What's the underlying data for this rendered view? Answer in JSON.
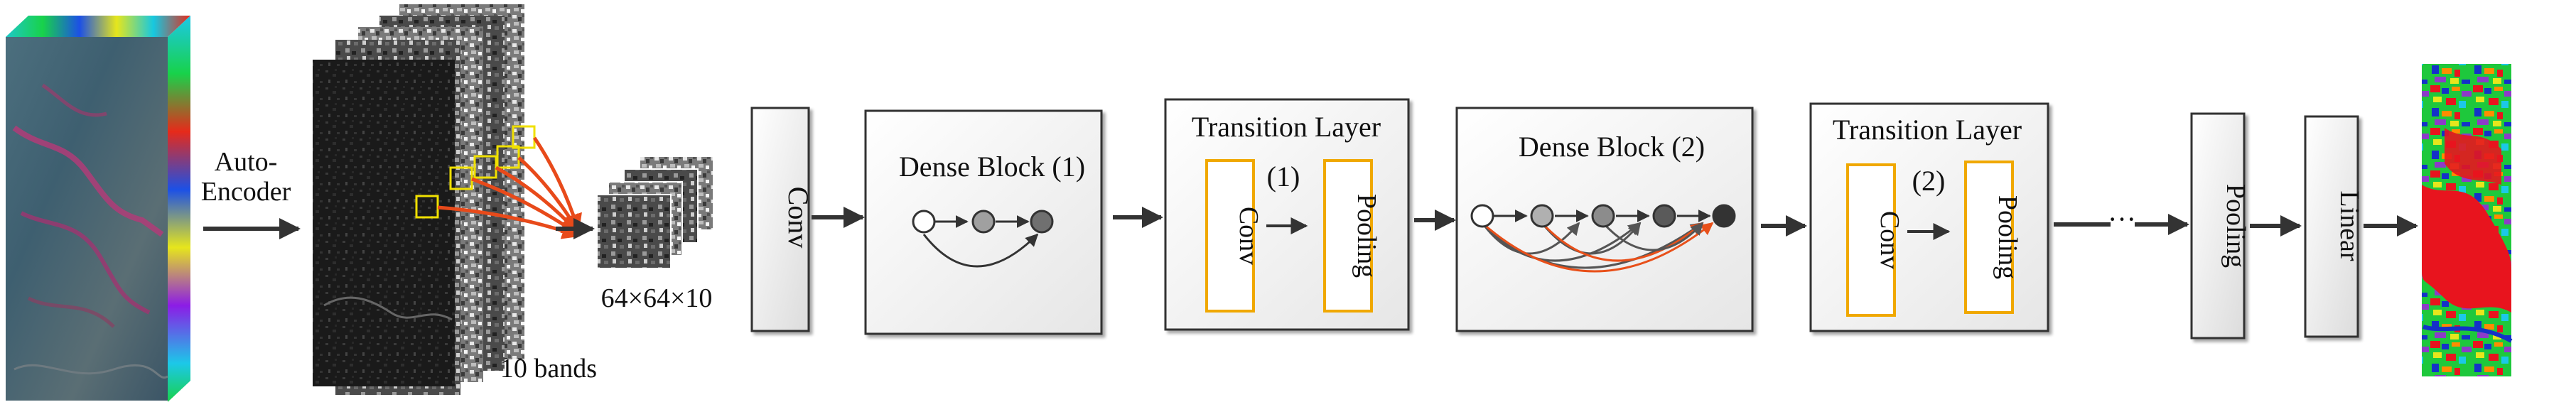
{
  "labels": {
    "autoencoder_line1": "Auto-",
    "autoencoder_line2": "Encoder",
    "bands": "10 bands",
    "patch_size": "64×64×10",
    "conv_main": "Conv",
    "dense_block_1": "Dense Block (1)",
    "transition_1_title": "Transition Layer",
    "transition_1_index": "(1)",
    "transition_1_conv": "Conv",
    "transition_1_pool": "Pooling",
    "dense_block_2": "Dense Block (2)",
    "transition_2_title": "Transition Layer",
    "transition_2_index": "(2)",
    "transition_2_conv": "Conv",
    "transition_2_pool": "Pooling",
    "ellipsis": "···",
    "pooling_final": "Pooling",
    "linear": "Linear"
  },
  "colors": {
    "block_stroke": "#333333",
    "inner_box": "#f0a800",
    "selection_box": "#f0e000",
    "sample_arrows": "#e84a1a",
    "dense_arrows": "#e8501a",
    "map_red": "#e8141e",
    "map_green": "#1ec83c",
    "map_blue": "#1432c8",
    "map_orange": "#ff8c00"
  },
  "icons": {
    "hyperspectral_cube": "hyperspectral-image-cube",
    "feature_maps": "feature-map-stack",
    "patch_stack": "image-patch-stack",
    "classification_map": "classification-map"
  }
}
